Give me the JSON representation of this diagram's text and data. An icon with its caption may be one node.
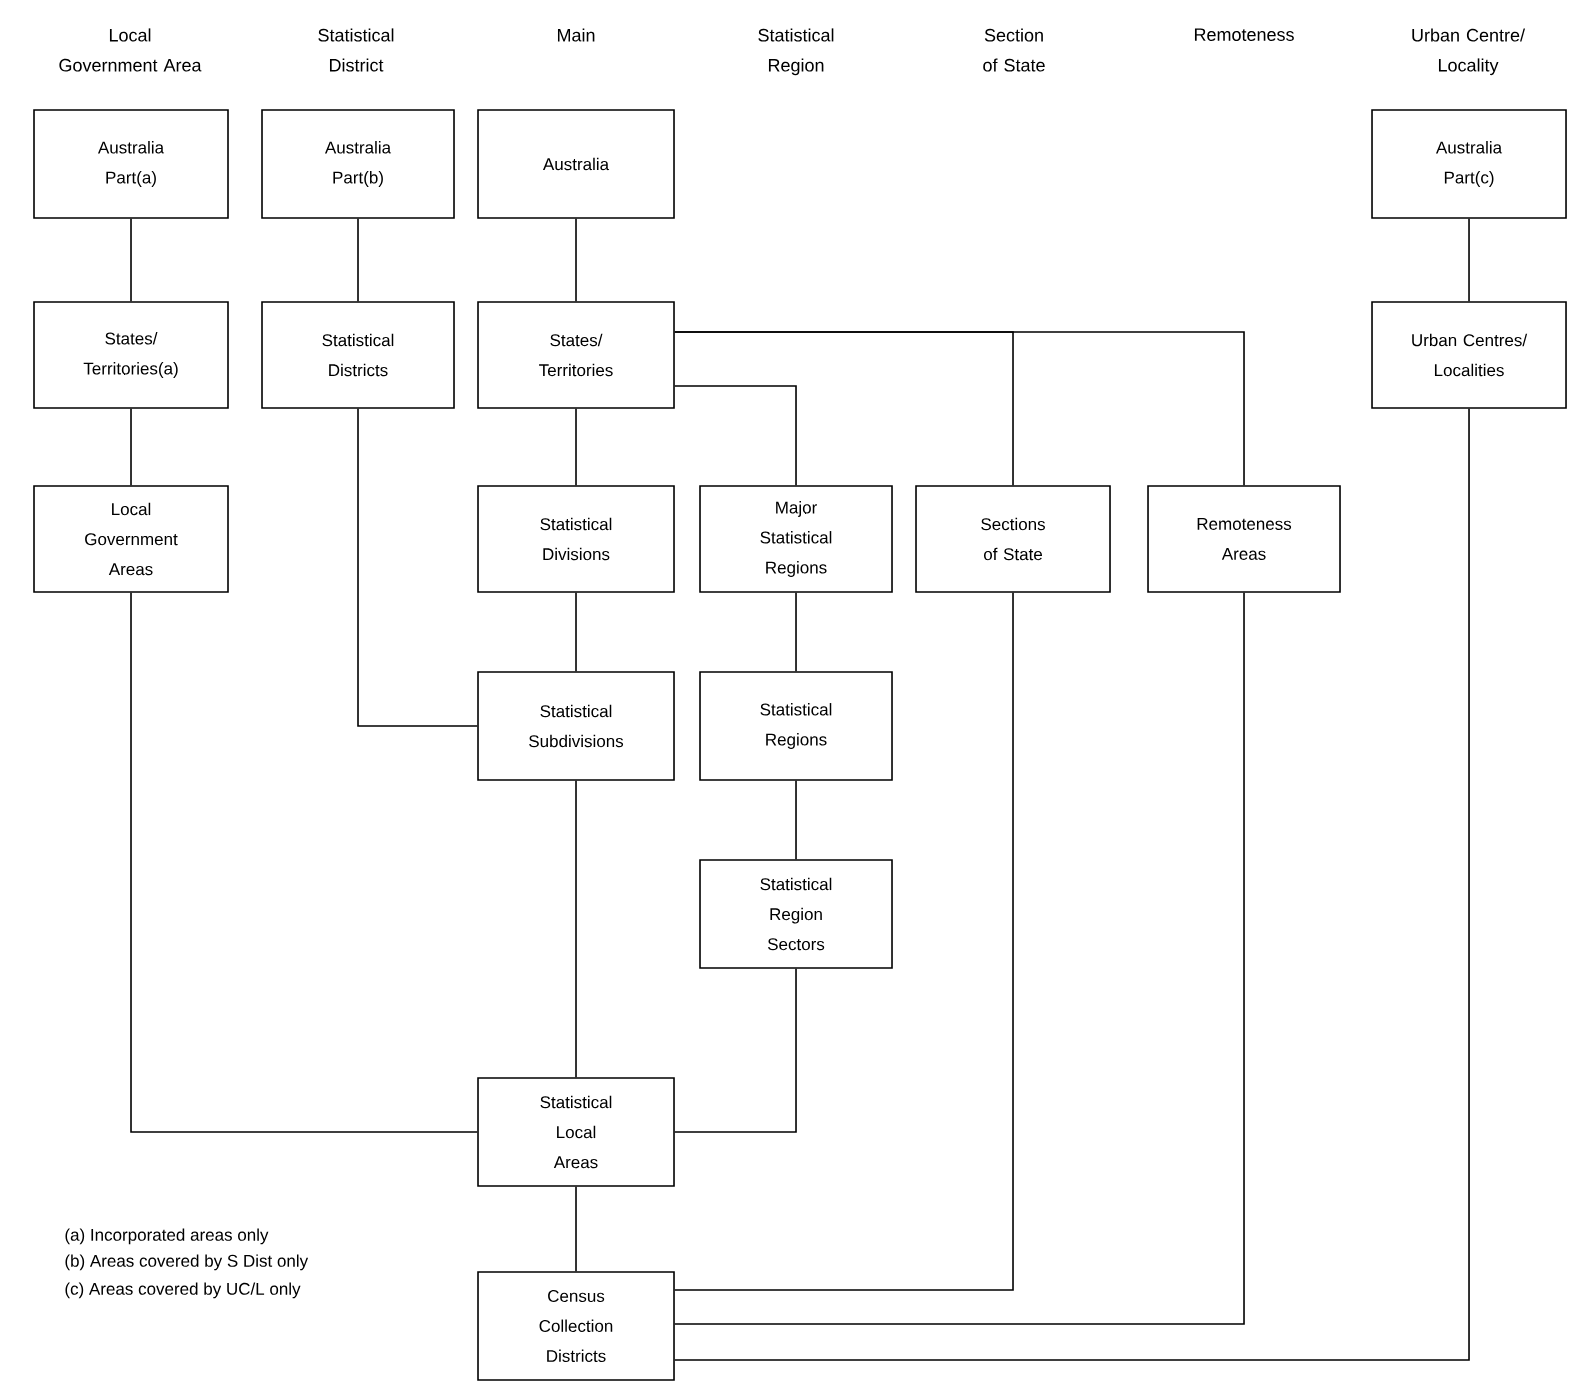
{
  "diagram": {
    "nodes": [
      {
        "text": [
          "Australia Part(a)"
        ]
      },
      {
        "text": [
          "Australia Part(b)"
        ]
      },
      {
        "text": [
          "Australia"
        ]
      },
      {
        "text": [
          "Australia Part(c)"
        ]
      },
      {
        "text": [
          "States/ Territories(a)"
        ]
      },
      {
        "text": [
          "Statistical Districts"
        ]
      },
      {
        "text": [
          "States/ Territories"
        ]
      },
      {
        "text": [
          "Urban Centres/ Localities"
        ]
      },
      {
        "text": [
          "Local Government Areas"
        ]
      },
      {
        "text": [
          "Statistical Divisions"
        ]
      },
      {
        "text": [
          "Major Statistical Regions"
        ]
      },
      {
        "text": [
          "Sections of State"
        ]
      },
      {
        "text": [
          "Remoteness Areas"
        ]
      },
      {
        "text": [
          "Statistical Subdivisions"
        ]
      },
      {
        "text": [
          "Statistical Regions"
        ]
      },
      {
        "text": [
          "Statistical Region Sectors"
        ]
      },
      {
        "text": [
          "Statistical Local Areas"
        ]
      },
      {
        "text": [
          "Census Collection Districts"
        ]
      }
    ],
    "edges": [
      {
        "from": 0,
        "to": 4,
        "arrow": "none"
      },
      {
        "from": 4,
        "to": 8,
        "arrow": "none"
      },
      {
        "from": 1,
        "to": 5,
        "arrow": "none"
      },
      {
        "from": 5,
        "to": 13,
        "arrow": "none"
      },
      {
        "from": 2,
        "to": 6,
        "arrow": "none"
      },
      {
        "from": 6,
        "to": 9,
        "arrow": "none"
      },
      {
        "from": 6,
        "to": 10,
        "arrow": "none"
      },
      {
        "from": 6,
        "to": 11,
        "arrow": "none"
      },
      {
        "from": 6,
        "to": 12,
        "arrow": "none"
      },
      {
        "from": 3,
        "to": 7,
        "arrow": "none"
      },
      {
        "from": 9,
        "to": 13,
        "arrow": "none"
      },
      {
        "from": 10,
        "to": 14,
        "arrow": "none"
      },
      {
        "from": 14,
        "to": 15,
        "arrow": "none"
      },
      {
        "from": 13,
        "to": 16,
        "arrow": "none"
      },
      {
        "from": 8,
        "to": 16,
        "arrow": "none"
      },
      {
        "from": 15,
        "to": 16,
        "arrow": "none"
      },
      {
        "from": 16,
        "to": 17,
        "arrow": "none"
      },
      {
        "from": 11,
        "to": 17,
        "arrow": "none"
      },
      {
        "from": 12,
        "to": 17,
        "arrow": "none"
      },
      {
        "from": 7,
        "to": 17,
        "arrow": "none"
      }
    ],
    "labels": [
      "Local Government Area",
      "Statistical District",
      "Main",
      "Statistical Region",
      "Section of State",
      "Remoteness",
      "Urban Centre/ Locality",
      "(a)  Incorporated areas only",
      "(b)  Areas covered by S Dist only",
      "(c)  Areas covered by UC/L only"
    ]
  }
}
